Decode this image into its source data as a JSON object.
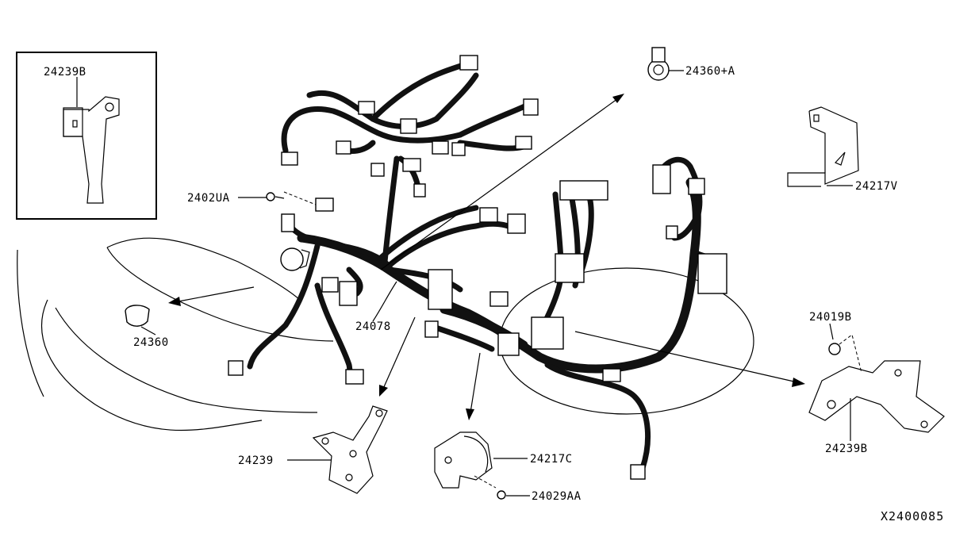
{
  "labels": {
    "inset_24239B": "24239B",
    "p24360A": "24360+A",
    "p24217V": "24217V",
    "p2402UA": "2402UA",
    "p24360": "24360",
    "p24078": "24078",
    "p24019B": "24019B",
    "p24239B": "24239B",
    "p24239": "24239",
    "p24217C": "24217C",
    "p24029AA": "24029AA"
  },
  "diagram_ref": "X2400085"
}
